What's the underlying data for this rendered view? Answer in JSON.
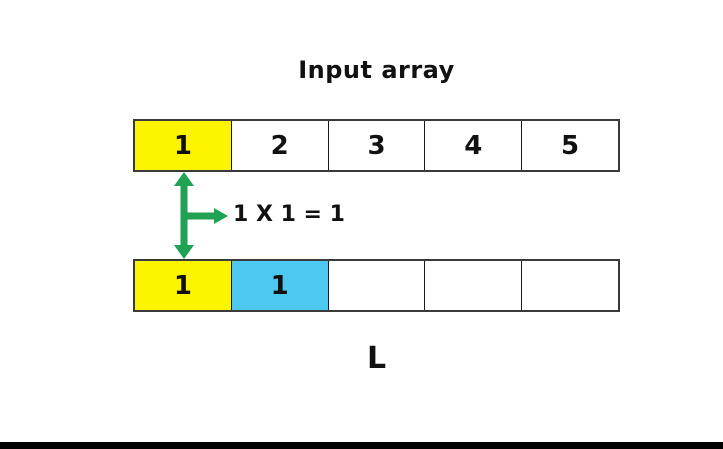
{
  "title": "Input array",
  "input_array": {
    "cells": [
      {
        "value": "1",
        "bg": "#fdf500"
      },
      {
        "value": "2",
        "bg": "#ffffff"
      },
      {
        "value": "3",
        "bg": "#ffffff"
      },
      {
        "value": "4",
        "bg": "#ffffff"
      },
      {
        "value": "5",
        "bg": "#ffffff"
      }
    ]
  },
  "operation": {
    "label": "1 X 1 = 1"
  },
  "output_array": {
    "label": "L",
    "cells": [
      {
        "value": "1",
        "bg": "#fdf500"
      },
      {
        "value": "1",
        "bg": "#4dc9f1"
      },
      {
        "value": "",
        "bg": "#ffffff"
      },
      {
        "value": "",
        "bg": "#ffffff"
      },
      {
        "value": "",
        "bg": "#ffffff"
      }
    ]
  },
  "colors": {
    "highlight_yellow": "#fdf500",
    "highlight_cyan": "#4dc9f1",
    "arrow_green": "#1fa254",
    "border_dark": "#3a3a3a",
    "bottom_bar": "#000000"
  }
}
